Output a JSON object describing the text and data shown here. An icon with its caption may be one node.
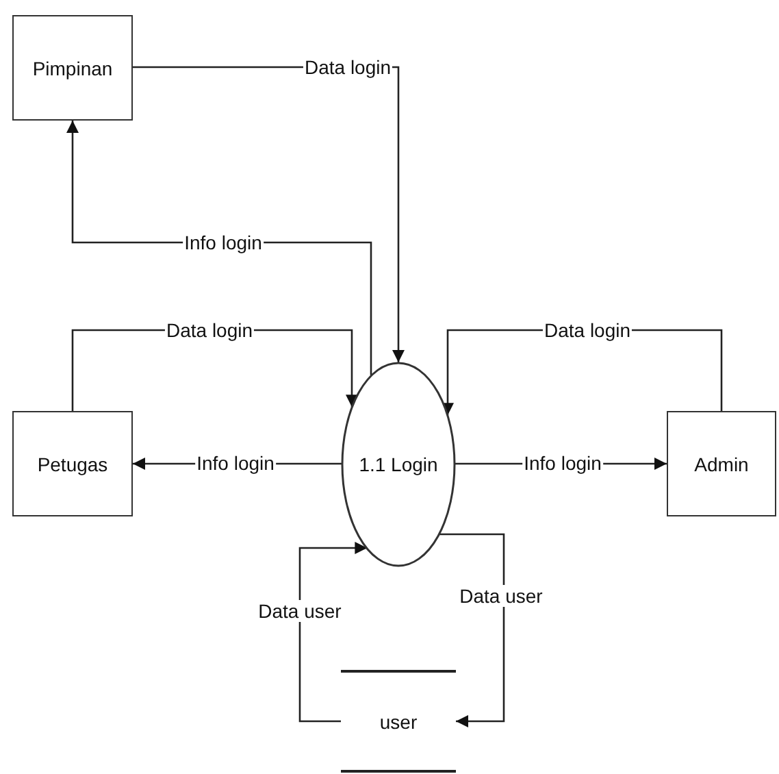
{
  "diagram": {
    "nodes": [
      {
        "text": [
          "Pimpinan"
        ]
      },
      {
        "text": [
          "1.1 Login"
        ]
      },
      {
        "text": [
          "Petugas"
        ]
      },
      {
        "text": [
          "Admin"
        ]
      },
      {
        "text": [
          "user"
        ]
      }
    ],
    "edges": [
      {
        "from": 0,
        "to": 1,
        "arrow": "to",
        "label": "Data login"
      },
      {
        "from": 1,
        "to": 0,
        "arrow": "to",
        "label": "Info login"
      },
      {
        "from": 2,
        "to": 1,
        "arrow": "to",
        "label": "Data login"
      },
      {
        "from": 1,
        "to": 2,
        "arrow": "to",
        "label": "Info login"
      },
      {
        "from": 3,
        "to": 1,
        "arrow": "to",
        "label": "Data login"
      },
      {
        "from": 1,
        "to": 3,
        "arrow": "to",
        "label": "Info login"
      },
      {
        "from": 4,
        "to": 1,
        "arrow": "to",
        "label": "Data user"
      },
      {
        "from": 1,
        "to": 4,
        "arrow": "to",
        "label": "Data user"
      }
    ]
  }
}
